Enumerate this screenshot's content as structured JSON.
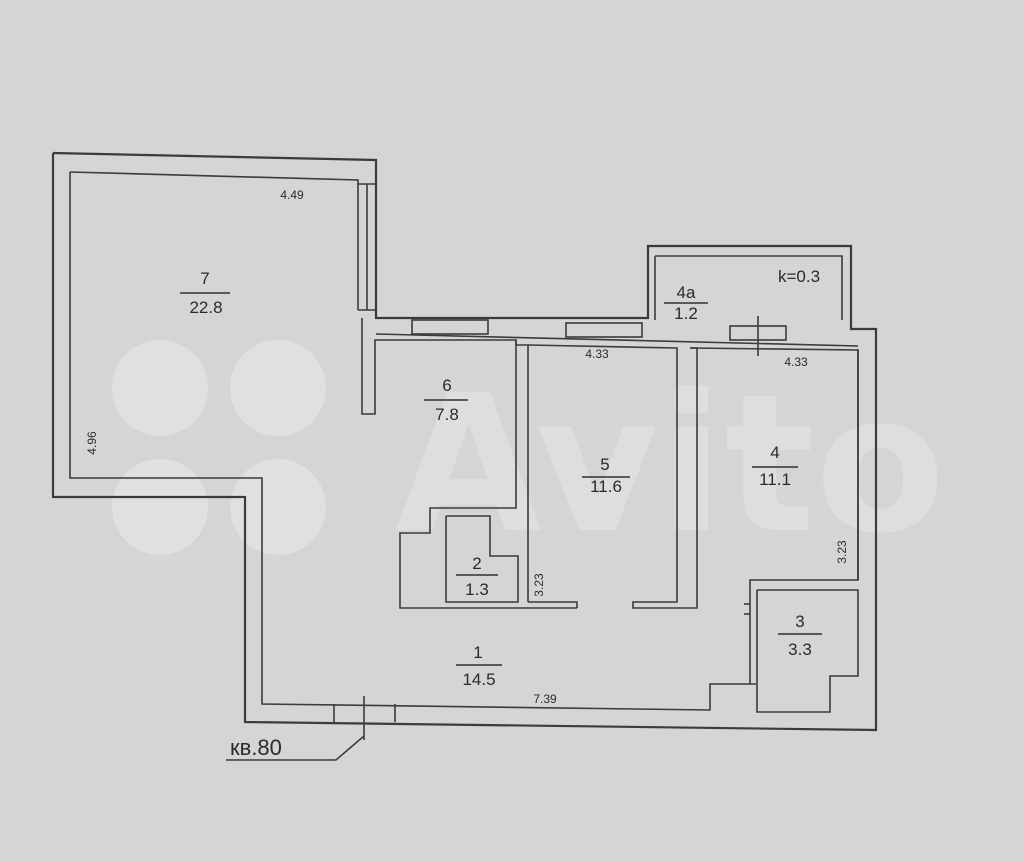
{
  "rooms": [
    {
      "id": "7",
      "area": "22.8"
    },
    {
      "id": "6",
      "area": "7.8"
    },
    {
      "id": "5",
      "area": "11.6"
    },
    {
      "id": "4",
      "area": "11.1"
    },
    {
      "id": "4а",
      "area": "1.2"
    },
    {
      "id": "3",
      "area": "3.3"
    },
    {
      "id": "2",
      "area": "1.3"
    },
    {
      "id": "1",
      "area": "14.5"
    }
  ],
  "dimensions": [
    "4.49",
    "4.96",
    "4.33",
    "4.33",
    "3.23",
    "3.23",
    "7.39"
  ],
  "coefficient": "k=0.3",
  "apartment_label": "кв.80",
  "watermark": "Avito"
}
